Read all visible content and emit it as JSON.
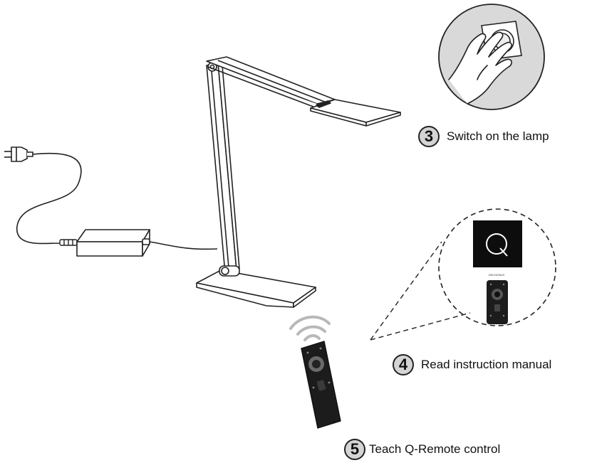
{
  "steps": [
    {
      "number": "3",
      "label": "Switch on the lamp"
    },
    {
      "number": "4",
      "label": "Read instruction manual"
    },
    {
      "number": "5",
      "label": "Teach Q-Remote control"
    }
  ],
  "manual": {
    "logo_letter": "Q",
    "caption": "DECKENUS"
  },
  "colors": {
    "line": "#222222",
    "switch_circle": "#d9d9d9",
    "number_badge": "#d4d4d4",
    "remote_body": "#1c1c1c",
    "signal_waves": "#b8b8b8"
  },
  "icons": [
    "plug-icon",
    "power-adapter-icon",
    "desk-lamp-icon",
    "hand-icon",
    "wall-switch-icon",
    "q-logo-icon",
    "remote-control-icon",
    "signal-waves-icon"
  ]
}
